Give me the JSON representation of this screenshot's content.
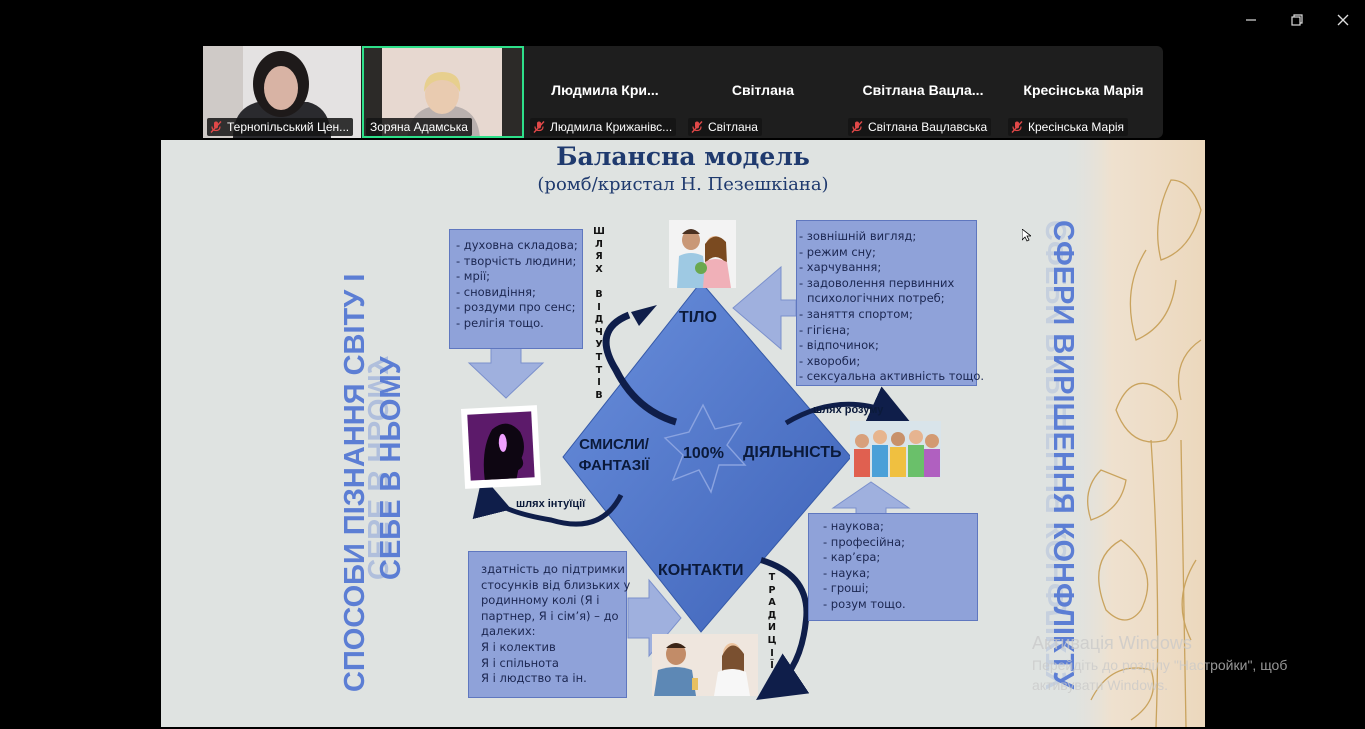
{
  "participants": [
    {
      "display": "",
      "label": "Тернопільський Цен...",
      "video": true
    },
    {
      "display": "",
      "label": "Зоряна Адамська",
      "video": true,
      "active": true
    },
    {
      "display": "Людмила  Кри...",
      "label": "Людмила Крижанівс..."
    },
    {
      "display": "Світлана",
      "label": "Світлана"
    },
    {
      "display": "Світлана  Вацла...",
      "label": "Світлана Вацлавська"
    },
    {
      "display": "Кресінська Марія",
      "label": "Кресінська Марія"
    }
  ],
  "slide": {
    "title": "Балансна модель",
    "subtitle": "(ромб/кристал Н. Пезешкіана)",
    "left_vertical_1": "СПОСОБИ ПІЗНАННЯ СВІТУ І",
    "left_vertical_2": "СЕБЕ В НЬОМУ",
    "right_vertical": "СФЕРИ ВИРІШЕННЯ КОНФЛІКТУ",
    "diamond": {
      "top": "ТІЛО",
      "left": "СМИСЛИ/ ФАНТАЗІЇ",
      "right": "ДІЯЛЬНІСТЬ",
      "bottom": "КОНТАКТИ",
      "center": "100%"
    },
    "paths": {
      "feelings": "ШЛЯХ ВІДЧУТТІВ",
      "mind": "шлях розуму",
      "intuition": "шлях інтуїції",
      "traditions": "ТРАДИЦІЇ"
    },
    "box_spiritual": [
      "- духовна складова;",
      "- творчість людини;",
      "- мрії;",
      "- сновидіння;",
      "- роздуми про сенс;",
      "- релігія тощо."
    ],
    "box_body": [
      "- зовнішній вигляд;",
      "- режим сну;",
      "- харчування;",
      "- задоволення первинних",
      "  психологічних потреб;",
      "- заняття спортом;",
      "- гігієна;",
      "- відпочинок;",
      "- хвороби;",
      "- сексуальна активність тощо."
    ],
    "box_activity": [
      "- наукова;",
      "- професійна;",
      "- кар’єра;",
      "- наука;",
      "- гроші;",
      "- розум тощо."
    ],
    "box_contacts": [
      "здатність  до  підтримки",
      "стосунків  від  близьких  у",
      "родинному     колі    (Я    і",
      "партнер,  Я  і  сім’я)  –  до",
      "далеких:",
      "Я і колектив",
      "Я і спільнота",
      "Я і людство  та ін."
    ]
  },
  "watermark": {
    "line1": "Активація Windows",
    "line2": "Перейдіть до розділу \"Настройки\", щоб",
    "line3": "активувати Windows."
  },
  "colors": {
    "accent_green": "#2ee08a",
    "slide_blue": "#4a6fc4",
    "title_navy": "#1f3a6e"
  }
}
